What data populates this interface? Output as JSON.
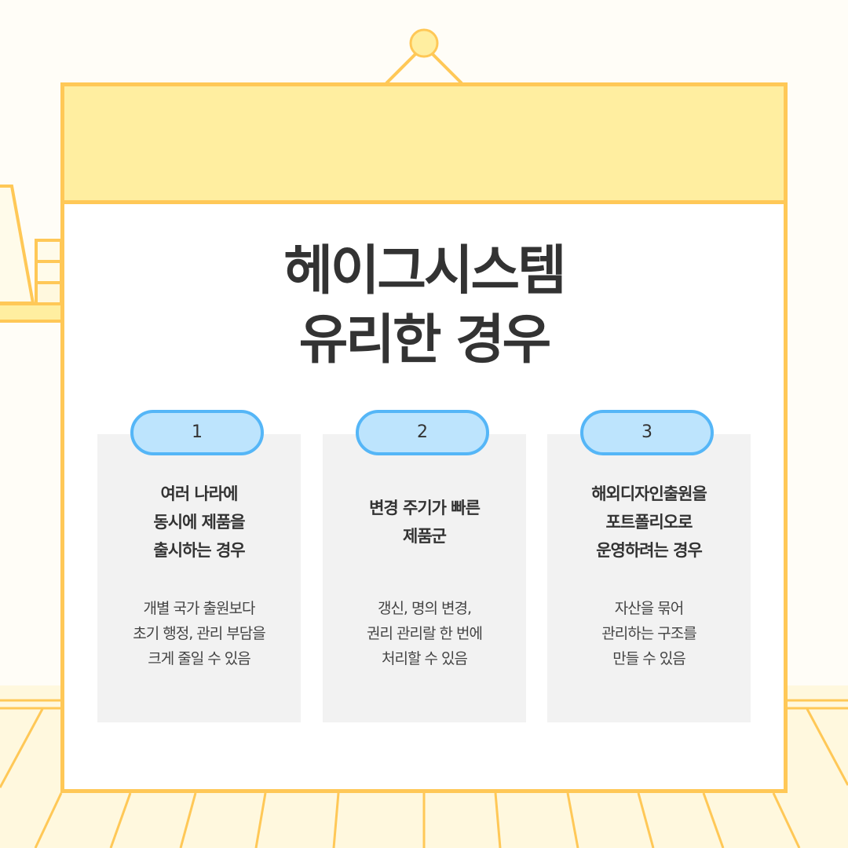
{
  "colors": {
    "background": "#fffdf7",
    "floor": "#fff8de",
    "frame_border": "#ffc857",
    "header_fill": "#ffeea0",
    "card_bg": "#f2f2f2",
    "badge_fill": "#bde4fd",
    "badge_border": "#55b6f7",
    "text": "#333333"
  },
  "title": {
    "line1": "헤이그시스템",
    "line2": "유리한 경우"
  },
  "cards": [
    {
      "number": "1",
      "title_lines": [
        "여러 나라에",
        "동시에 제품을",
        "출시하는 경우"
      ],
      "desc_lines": [
        "개별 국가 출원보다",
        "초기 행정, 관리 부담을",
        "크게 줄일 수 있음"
      ]
    },
    {
      "number": "2",
      "title_lines": [
        "변경 주기가 빠른",
        "제품군"
      ],
      "desc_lines": [
        "갱신, 명의 변경,",
        "권리 관리랄 한 번에",
        "처리할 수 있음"
      ]
    },
    {
      "number": "3",
      "title_lines": [
        "해외디자인출원을",
        "포트폴리오로",
        "운영하려는 경우"
      ],
      "desc_lines": [
        "자산을 묶어",
        "관리하는 구조를",
        "만들 수 있음"
      ]
    }
  ],
  "decorations": [
    "hanger-hook-icon",
    "bookshelf-icon",
    "wood-floor"
  ]
}
